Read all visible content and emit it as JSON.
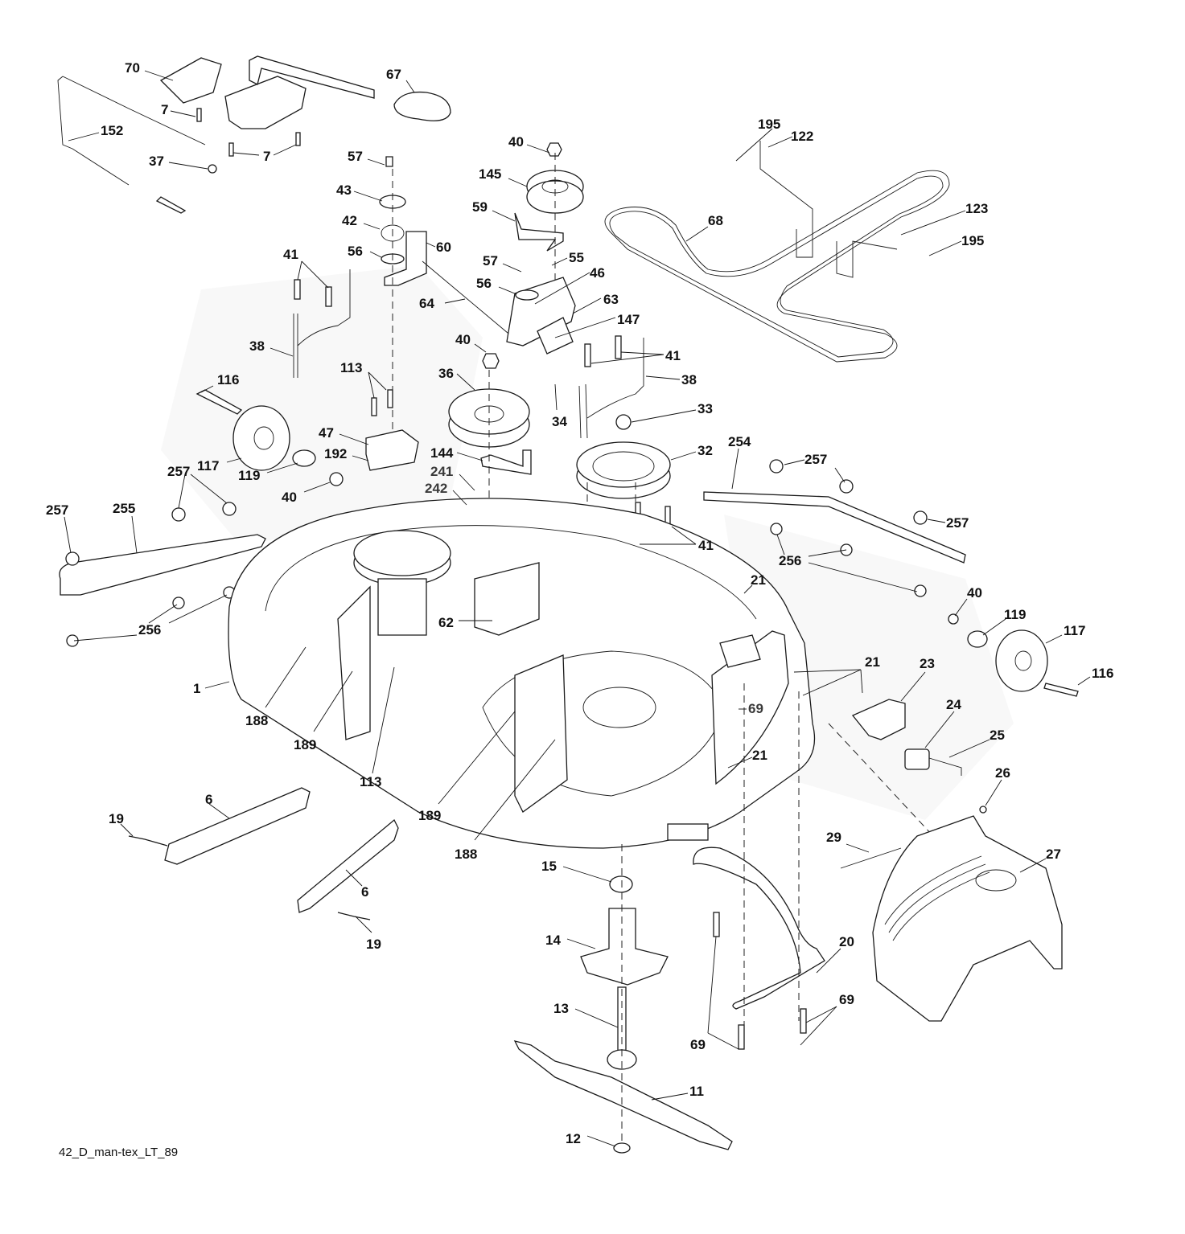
{
  "diagram": {
    "title": "Mower deck exploded parts diagram",
    "drawing_code": "42_D_man-tex_LT_89",
    "colors": {
      "line": "#1a1a1a",
      "label": "#111111",
      "background": "#ffffff",
      "watermark": "#f2f2f2"
    },
    "callouts": [
      {
        "id": "c70",
        "label": "70",
        "part": "lift-handle-bracket"
      },
      {
        "id": "c67",
        "label": "67",
        "part": "handle-grip"
      },
      {
        "id": "c7a",
        "label": "7",
        "part": "screw"
      },
      {
        "id": "c7b",
        "label": "7",
        "part": "screw"
      },
      {
        "id": "c152",
        "label": "152",
        "part": "engagement-cable-rod"
      },
      {
        "id": "c37",
        "label": "37",
        "part": "washer"
      },
      {
        "id": "c57a",
        "label": "57",
        "part": "bolt"
      },
      {
        "id": "c43",
        "label": "43",
        "part": "bushing"
      },
      {
        "id": "c42",
        "label": "42",
        "part": "torsion-spring"
      },
      {
        "id": "c56a",
        "label": "56",
        "part": "washer"
      },
      {
        "id": "c60",
        "label": "60",
        "part": "bracket"
      },
      {
        "id": "c41a",
        "label": "41",
        "part": "bolts"
      },
      {
        "id": "c38a",
        "label": "38",
        "part": "belt-guide"
      },
      {
        "id": "c40a",
        "label": "40",
        "part": "nut"
      },
      {
        "id": "c145",
        "label": "145",
        "part": "idler-pulley"
      },
      {
        "id": "c59",
        "label": "59",
        "part": "belt-keeper"
      },
      {
        "id": "c57b",
        "label": "57",
        "part": "bolt"
      },
      {
        "id": "c55",
        "label": "55",
        "part": "idler-arm"
      },
      {
        "id": "c56b",
        "label": "56",
        "part": "washer"
      },
      {
        "id": "c46",
        "label": "46",
        "part": "bolt"
      },
      {
        "id": "c64",
        "label": "64",
        "part": "link-rod"
      },
      {
        "id": "c63",
        "label": "63",
        "part": "bracket"
      },
      {
        "id": "c147",
        "label": "147",
        "part": "spring"
      },
      {
        "id": "c195a",
        "label": "195",
        "part": "screw"
      },
      {
        "id": "c122",
        "label": "122",
        "part": "belt-guide"
      },
      {
        "id": "c68",
        "label": "68",
        "part": "v-belt"
      },
      {
        "id": "c123",
        "label": "123",
        "part": "belt-guide"
      },
      {
        "id": "c195b",
        "label": "195",
        "part": "screw"
      },
      {
        "id": "c40b",
        "label": "40",
        "part": "nut"
      },
      {
        "id": "c41b",
        "label": "41",
        "part": "bolts"
      },
      {
        "id": "c38b",
        "label": "38",
        "part": "belt-guide"
      },
      {
        "id": "c116a",
        "label": "116",
        "part": "shoulder-bolt"
      },
      {
        "id": "c113a",
        "label": "113",
        "part": "bolts"
      },
      {
        "id": "c36",
        "label": "36",
        "part": "flat-idler-pulley"
      },
      {
        "id": "c34",
        "label": "34",
        "part": "bolt"
      },
      {
        "id": "c33",
        "label": "33",
        "part": "nut"
      },
      {
        "id": "c47",
        "label": "47",
        "part": "bracket"
      },
      {
        "id": "c192",
        "label": "192",
        "part": "bracket"
      },
      {
        "id": "c117a",
        "label": "117",
        "part": "gauge-wheel"
      },
      {
        "id": "c119a",
        "label": "119",
        "part": "washer"
      },
      {
        "id": "c40c",
        "label": "40",
        "part": "nut"
      },
      {
        "id": "c144",
        "label": "144",
        "part": "belt-keeper"
      },
      {
        "id": "c241",
        "label": "241",
        "part": "screw"
      },
      {
        "id": "c242",
        "label": "242",
        "part": "spacer"
      },
      {
        "id": "c32",
        "label": "32",
        "part": "spindle-pulley"
      },
      {
        "id": "c254",
        "label": "254",
        "part": "stabilizer-bar"
      },
      {
        "id": "c257a",
        "label": "257",
        "part": "nut"
      },
      {
        "id": "c257b",
        "label": "257",
        "part": "nut"
      },
      {
        "id": "c257c",
        "label": "257",
        "part": "nut"
      },
      {
        "id": "c257d",
        "label": "257",
        "part": "nut"
      },
      {
        "id": "c255",
        "label": "255",
        "part": "stabilizer-bar"
      },
      {
        "id": "c41c",
        "label": "41",
        "part": "bolts"
      },
      {
        "id": "c256a",
        "label": "256",
        "part": "bolts"
      },
      {
        "id": "c256b",
        "label": "256",
        "part": "bolts"
      },
      {
        "id": "c62",
        "label": "62",
        "part": "screw"
      },
      {
        "id": "c21a",
        "label": "21",
        "part": "nut"
      },
      {
        "id": "c40d",
        "label": "40",
        "part": "nut"
      },
      {
        "id": "c119b",
        "label": "119",
        "part": "washer"
      },
      {
        "id": "c117b",
        "label": "117",
        "part": "gauge-wheel"
      },
      {
        "id": "c116b",
        "label": "116",
        "part": "shoulder-bolt"
      },
      {
        "id": "c1",
        "label": "1",
        "part": "deck-housing"
      },
      {
        "id": "c188a",
        "label": "188",
        "part": "pin"
      },
      {
        "id": "c189a",
        "label": "189",
        "part": "bushing"
      },
      {
        "id": "c113b",
        "label": "113",
        "part": "bolt"
      },
      {
        "id": "c21b",
        "label": "21",
        "part": "nuts"
      },
      {
        "id": "c23",
        "label": "23",
        "part": "chute-bracket"
      },
      {
        "id": "c69a",
        "label": "69",
        "part": "bolt"
      },
      {
        "id": "c24",
        "label": "24",
        "part": "pin"
      },
      {
        "id": "c25",
        "label": "25",
        "part": "spring"
      },
      {
        "id": "c21c",
        "label": "21",
        "part": "nut"
      },
      {
        "id": "c26",
        "label": "26",
        "part": "clip"
      },
      {
        "id": "c189b",
        "label": "189",
        "part": "bushing"
      },
      {
        "id": "c188b",
        "label": "188",
        "part": "pin"
      },
      {
        "id": "c6a",
        "label": "6",
        "part": "hanger-bracket"
      },
      {
        "id": "c19a",
        "label": "19",
        "part": "bolt"
      },
      {
        "id": "c6b",
        "label": "6",
        "part": "hanger-bracket"
      },
      {
        "id": "c19b",
        "label": "19",
        "part": "bolt"
      },
      {
        "id": "c15",
        "label": "15",
        "part": "bearing"
      },
      {
        "id": "c14",
        "label": "14",
        "part": "spindle-housing"
      },
      {
        "id": "c13",
        "label": "13",
        "part": "spindle-shaft"
      },
      {
        "id": "c11",
        "label": "11",
        "part": "blade"
      },
      {
        "id": "c12",
        "label": "12",
        "part": "blade-bolt"
      },
      {
        "id": "c29",
        "label": "29",
        "part": "pivot-rod"
      },
      {
        "id": "c27",
        "label": "27",
        "part": "discharge-chute"
      },
      {
        "id": "c20",
        "label": "20",
        "part": "deflector-frame"
      },
      {
        "id": "c69b",
        "label": "69",
        "part": "bolts"
      },
      {
        "id": "c69c",
        "label": "69",
        "part": "bolts"
      }
    ]
  }
}
